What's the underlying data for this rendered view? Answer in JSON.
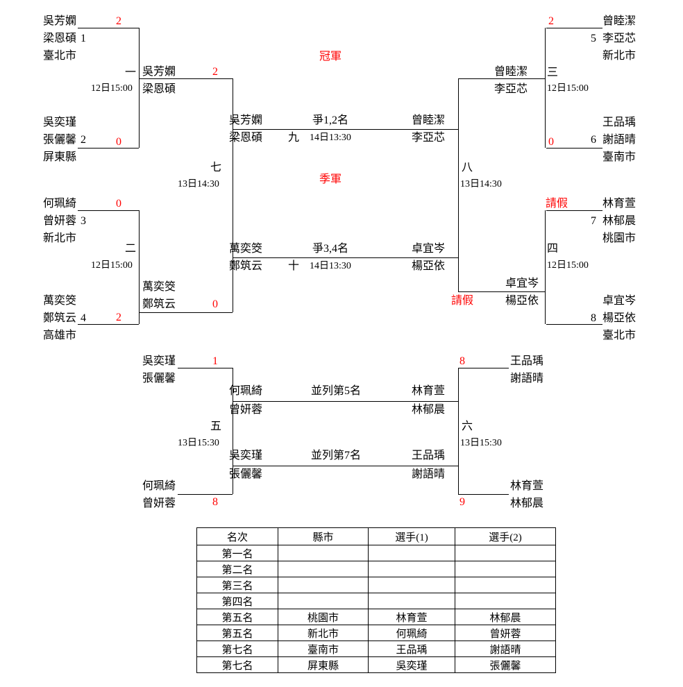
{
  "colors": {
    "accent_red": "#ff0000",
    "line_black": "#000000"
  },
  "labels": {
    "champion": "冠軍",
    "third_place": "季軍",
    "leave": "請假",
    "final_match": "爭1,2名",
    "third_match": "爭3,4名",
    "tie_fifth": "並列第5名",
    "tie_seventh": "並列第7名"
  },
  "matches": {
    "m1": {
      "number": "一",
      "time": "12日15:00"
    },
    "m2": {
      "number": "二",
      "time": "12日15:00"
    },
    "m3": {
      "number": "三",
      "time": "12日15:00"
    },
    "m4": {
      "number": "四",
      "time": "12日15:00"
    },
    "m5": {
      "number": "五",
      "time": "13日15:30"
    },
    "m6": {
      "number": "六",
      "time": "13日15:30"
    },
    "m7": {
      "number": "七",
      "time": "13日14:30"
    },
    "m8": {
      "number": "八",
      "time": "13日14:30"
    },
    "m9": {
      "number": "九",
      "time": "14日13:30"
    },
    "m10": {
      "number": "十",
      "time": "14日13:30"
    }
  },
  "teams": {
    "t1": {
      "seed": "1",
      "p1": "吳芳嫻",
      "p2": "梁恩碩",
      "city": "臺北市"
    },
    "t2": {
      "seed": "2",
      "p1": "吳奕瑾",
      "p2": "張儷馨",
      "city": "屏東縣"
    },
    "t3": {
      "seed": "3",
      "p1": "何珮綺",
      "p2": "曾妍蓉",
      "city": "新北市"
    },
    "t4": {
      "seed": "4",
      "p1": "萬奕筊",
      "p2": "鄭筑云",
      "city": "高雄市"
    },
    "t5": {
      "seed": "5",
      "p1": "曾睦潔",
      "p2": "李亞芯",
      "city": "新北市"
    },
    "t6": {
      "seed": "6",
      "p1": "王品瑀",
      "p2": "謝語晴",
      "city": "臺南市"
    },
    "t7": {
      "seed": "7",
      "p1": "林育萱",
      "p2": "林郁晨",
      "city": "桃園市"
    },
    "t8": {
      "seed": "8",
      "p1": "卓宜岑",
      "p2": "楊亞依",
      "city": "臺北市"
    }
  },
  "scores": {
    "m1_top": "2",
    "m1_bottom": "0",
    "m2_top": "0",
    "m2_bottom": "2",
    "m3_top": "2",
    "m3_bottom": "0",
    "m7_top": "2",
    "m7_bottom": "0",
    "m5_top": "1",
    "m5_bottom": "8",
    "m6_top": "8",
    "m6_bottom": "9"
  },
  "table": {
    "headers": [
      "名次",
      "縣市",
      "選手(1)",
      "選手(2)"
    ],
    "rows": [
      [
        "第一名",
        "",
        "",
        ""
      ],
      [
        "第二名",
        "",
        "",
        ""
      ],
      [
        "第三名",
        "",
        "",
        ""
      ],
      [
        "第四名",
        "",
        "",
        ""
      ],
      [
        "第五名",
        "桃園市",
        "林育萱",
        "林郁晨"
      ],
      [
        "第五名",
        "新北市",
        "何珮綺",
        "曾妍蓉"
      ],
      [
        "第七名",
        "臺南市",
        "王品瑀",
        "謝語晴"
      ],
      [
        "第七名",
        "屏東縣",
        "吳奕瑾",
        "張儷馨"
      ]
    ]
  }
}
